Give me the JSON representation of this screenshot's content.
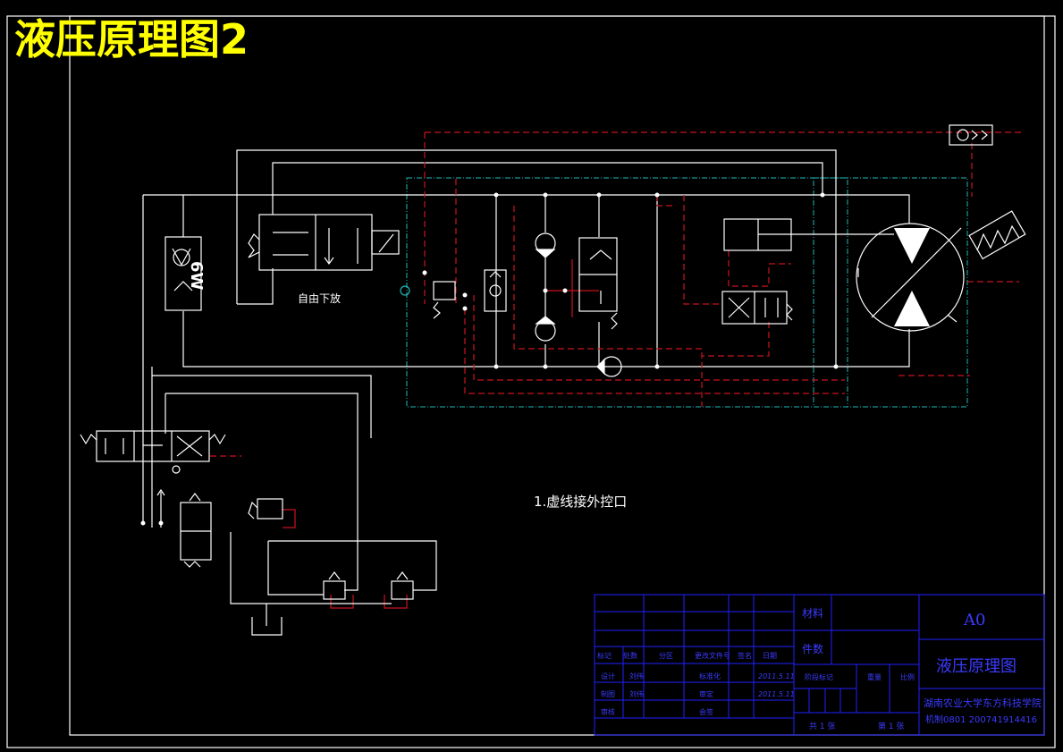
{
  "sheet": {
    "heading": "液压原理图2",
    "note": "1.虚线接外控口",
    "valve_label": "自由下放",
    "solenoid_code": "6W"
  },
  "title_block": {
    "size": "A0",
    "drawing_name": "液压原理图",
    "material_label": "材料",
    "quantity_label": "件数",
    "school": "湖南农业大学东方科技学院",
    "class_info": "机制0801 200741914416",
    "col_headers": [
      "标记",
      "处数",
      "分区",
      "更改文件号",
      "签名",
      "日期"
    ],
    "row_labels": [
      "设计",
      "制图",
      "审核"
    ],
    "row_mid": [
      "标准化",
      "审定",
      "会签"
    ],
    "dates": [
      "2011.5.11",
      "2011.5.11"
    ],
    "stage_labels": [
      "阶段标记",
      "重量",
      "比例"
    ],
    "sheet_count": "共 1 张",
    "sheet_no": "第 1 张",
    "names": [
      "刘伟",
      "刘伟"
    ]
  },
  "colors": {
    "heading": "#ffff00",
    "title_block": "#3a3aff",
    "pilot_line": "#c8141e",
    "boundary": "#1fb6b6",
    "main_line": "#ffffff"
  }
}
